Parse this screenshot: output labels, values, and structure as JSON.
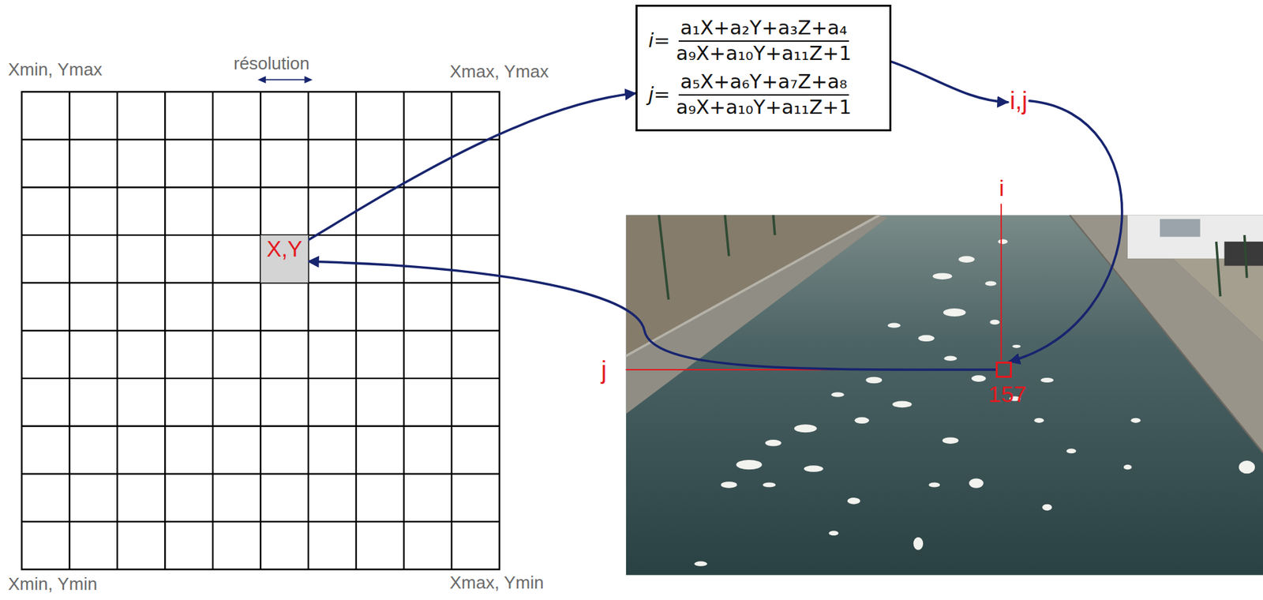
{
  "diagram": {
    "nodes": [
      {
        "text": [
          "X,Y"
        ]
      },
      {
        "text": [
          "i=",
          "a₁X+a₂Y+a₃Z+a₄",
          "a₉X+a₁₀Y+a₁₁Z+1",
          "j=",
          "a₅X+a₆Y+a₇Z+a₈",
          "a₉X+a₁₀Y+a₁₁Z+1"
        ]
      },
      {
        "text": [
          "i,j"
        ]
      },
      {
        "text": [
          "157"
        ]
      }
    ],
    "edges": [
      {
        "from": 0,
        "to": 1,
        "arrow": "to"
      },
      {
        "from": 1,
        "to": 2,
        "arrow": "to"
      },
      {
        "from": 2,
        "to": 3,
        "arrow": "to"
      },
      {
        "from": 3,
        "to": 0,
        "arrow": "to"
      }
    ],
    "labels": [
      "Xmin, Ymax",
      "résolution",
      "Xmax, Ymax",
      "Xmin, Ymin",
      "Xmax, Ymin",
      "i",
      "j"
    ]
  }
}
